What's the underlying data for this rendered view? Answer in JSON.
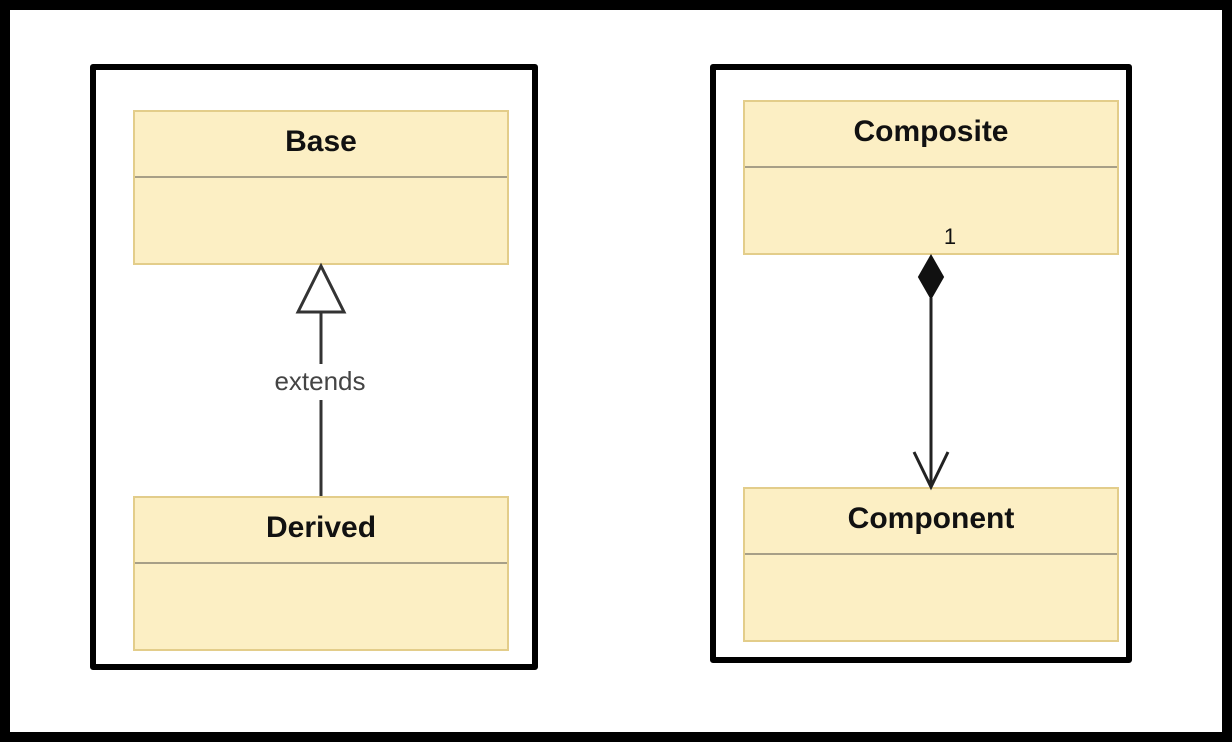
{
  "inheritance": {
    "parent": {
      "name": "Base"
    },
    "child": {
      "name": "Derived"
    },
    "label": "extends"
  },
  "composition": {
    "whole": {
      "name": "Composite"
    },
    "part": {
      "name": "Component"
    },
    "multiplicity": "1"
  },
  "colors": {
    "class_fill": "#fcefc4",
    "class_border": "#e3cd8a",
    "divider": "#a79f87",
    "frame": "#000000"
  }
}
